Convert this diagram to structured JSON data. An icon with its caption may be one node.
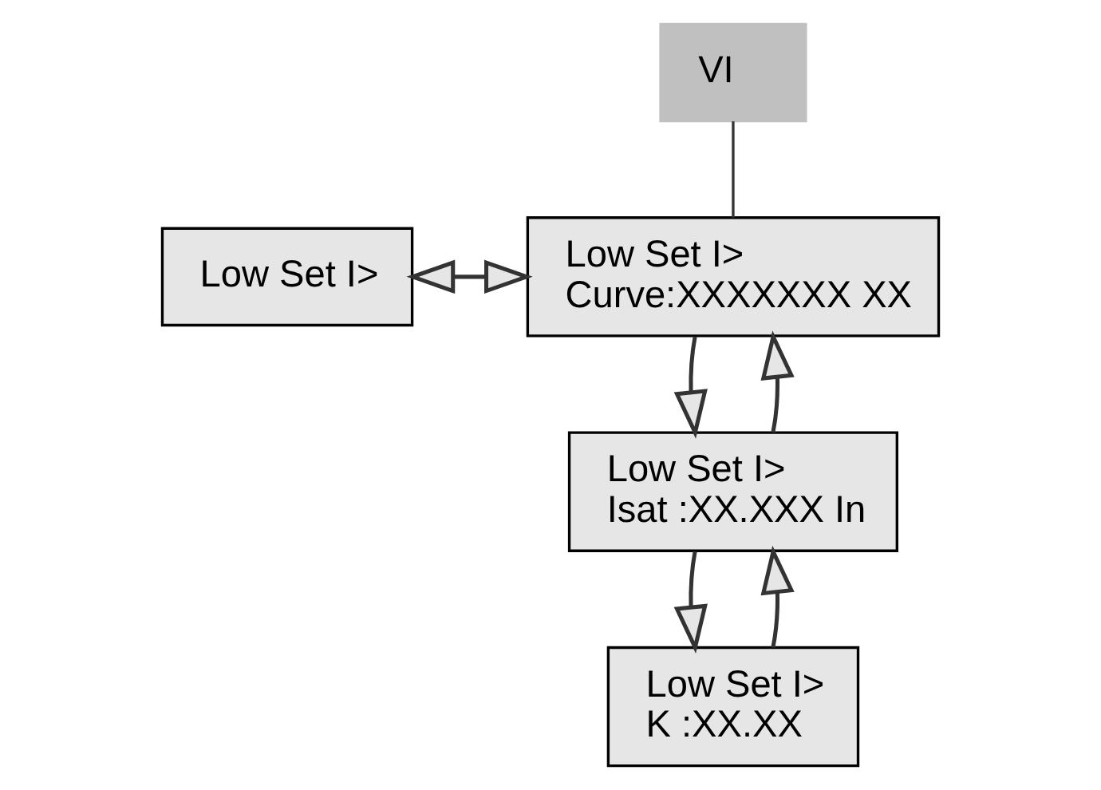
{
  "diagram": {
    "nodes": [
      {
        "text": [
          "Low Set I>"
        ]
      },
      {
        "text": [
          "Low Set I>",
          "Curve:XXXXXXX XX"
        ]
      },
      {
        "text": [
          "VI"
        ]
      },
      {
        "text": [
          "Low Set I>",
          "Isat :XX.XXX In"
        ]
      },
      {
        "text": [
          "Low Set I>",
          "K :XX.XX"
        ]
      }
    ],
    "edges": [
      {
        "from": 0,
        "to": 1,
        "arrow": "both"
      },
      {
        "from": 2,
        "to": 1,
        "arrow": "none"
      },
      {
        "from": 3,
        "to": 1,
        "arrow": "to"
      },
      {
        "from": 1,
        "to": 3,
        "arrow": "to"
      },
      {
        "from": 4,
        "to": 3,
        "arrow": "to"
      },
      {
        "from": 3,
        "to": 4,
        "arrow": "to"
      }
    ]
  }
}
